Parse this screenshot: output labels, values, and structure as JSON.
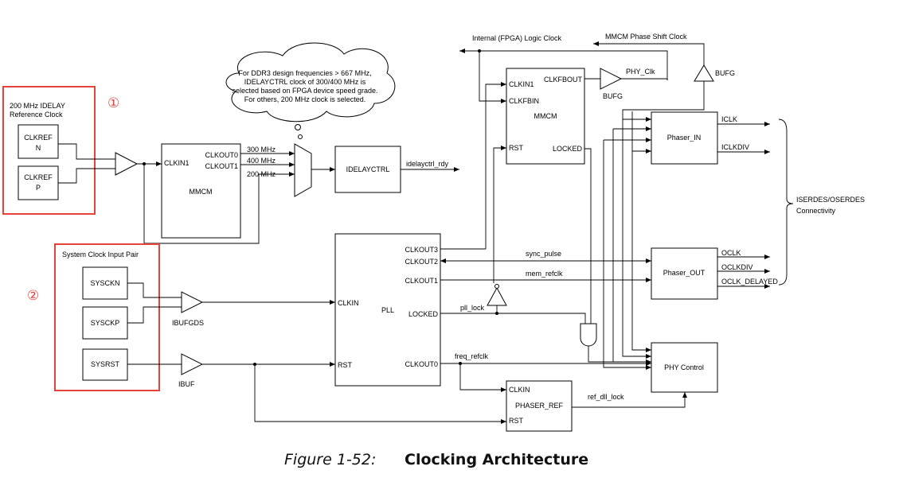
{
  "caption": {
    "number": "Figure 1-52:",
    "title": "Clocking Architecture"
  },
  "markers": {
    "one": "①",
    "two": "②"
  },
  "groups": {
    "idelay_ref_clock": [
      "200 MHz IDELAY",
      "Reference Clock"
    ],
    "system_clock_pair": "System Clock Input Pair"
  },
  "cloud_note": [
    "For DDR3 design frequencies > 667 MHz,",
    "IDELAYCTRL clock of 300/400 MHz is",
    "selected based on FPGA device speed grade.",
    "For others, 200 MHz clock is selected."
  ],
  "blocks": {
    "clkref_n": [
      "CLKREF",
      "N"
    ],
    "clkref_p": [
      "CLKREF",
      "P"
    ],
    "mmcm1": {
      "name": "MMCM",
      "in": "CLKIN1",
      "out0": "CLKOUT0",
      "out1": "CLKOUT1"
    },
    "idelayctrl": "IDELAYCTRL",
    "mmcm2": {
      "name": "MMCM",
      "in1": "CLKIN1",
      "fbin": "CLKFBIN",
      "rst": "RST",
      "fbout": "CLKFBOUT",
      "locked": "LOCKED"
    },
    "phaser_in": {
      "name": "Phaser_IN"
    },
    "phaser_out": {
      "name": "Phaser_OUT"
    },
    "phy_control": "PHY Control",
    "pll": {
      "name": "PLL",
      "clkin": "CLKIN",
      "rst": "RST",
      "clkout3": "CLKOUT3",
      "clkout2": "CLKOUT2",
      "clkout1": "CLKOUT1",
      "locked": "LOCKED",
      "clkout0": "CLKOUT0"
    },
    "phaser_ref": {
      "name": "PHASER_REF",
      "clkin": "CLKIN",
      "rst": "RST"
    },
    "sysckn": "SYSCKN",
    "sysckp": "SYSCKP",
    "sysrst": "SYSRST"
  },
  "signals": {
    "mhz_300": "300 MHz",
    "mhz_400": "400 MHz",
    "mhz_200": "200 MHz",
    "idelayctrl_rdy": "idelayctrl_rdy",
    "internal_logic_clock": "Internal (FPGA) Logic Clock",
    "mmcm_phase_shift_clock": "MMCM Phase Shift Clock",
    "phy_clk": "PHY_Clk",
    "bufg_a": "BUFG",
    "bufg_b": "BUFG",
    "iclk": "ICLK",
    "iclkdiv": "ICLKDIV",
    "oclk": "OCLK",
    "oclkdiv": "OCLKDIV",
    "oclk_delayed": "OCLK_DELAYED",
    "iserdes_oserdes": [
      "ISERDES/OSERDES",
      "Connectivity"
    ],
    "sync_pulse": "sync_pulse",
    "mem_refclk": "mem_refclk",
    "pll_lock": "pll_lock",
    "freq_refclk": "freq_refclk",
    "ref_dll_lock": "ref_dll_lock",
    "ibufgds": "IBUFGDS",
    "ibuf": "IBUF"
  }
}
